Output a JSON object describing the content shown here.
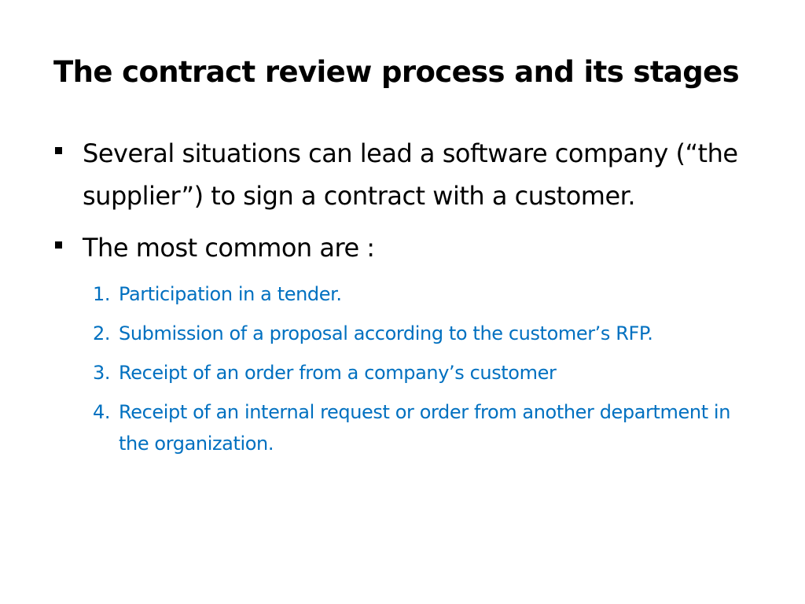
{
  "slide": {
    "title": "The contract review process and its stages",
    "bullets": [
      {
        "text": "Several situations can lead a software company (“the supplier”) to sign a contract with a customer."
      },
      {
        "text": "The most common are :"
      }
    ],
    "numbered_items": [
      {
        "num": "1.",
        "text": "Participation in a tender."
      },
      {
        "num": "2.",
        "text": "Submission of a proposal according to the customer’s RFP."
      },
      {
        "num": "3.",
        "text": "Receipt of an order from a company’s customer"
      },
      {
        "num": "4.",
        "text": "Receipt of an internal request or order from another department in the organization."
      }
    ],
    "colors": {
      "text": "#000000",
      "sub_text": "#0070c0",
      "background": "#ffffff"
    },
    "icons": {
      "bullet": "square-bullet-icon"
    }
  }
}
